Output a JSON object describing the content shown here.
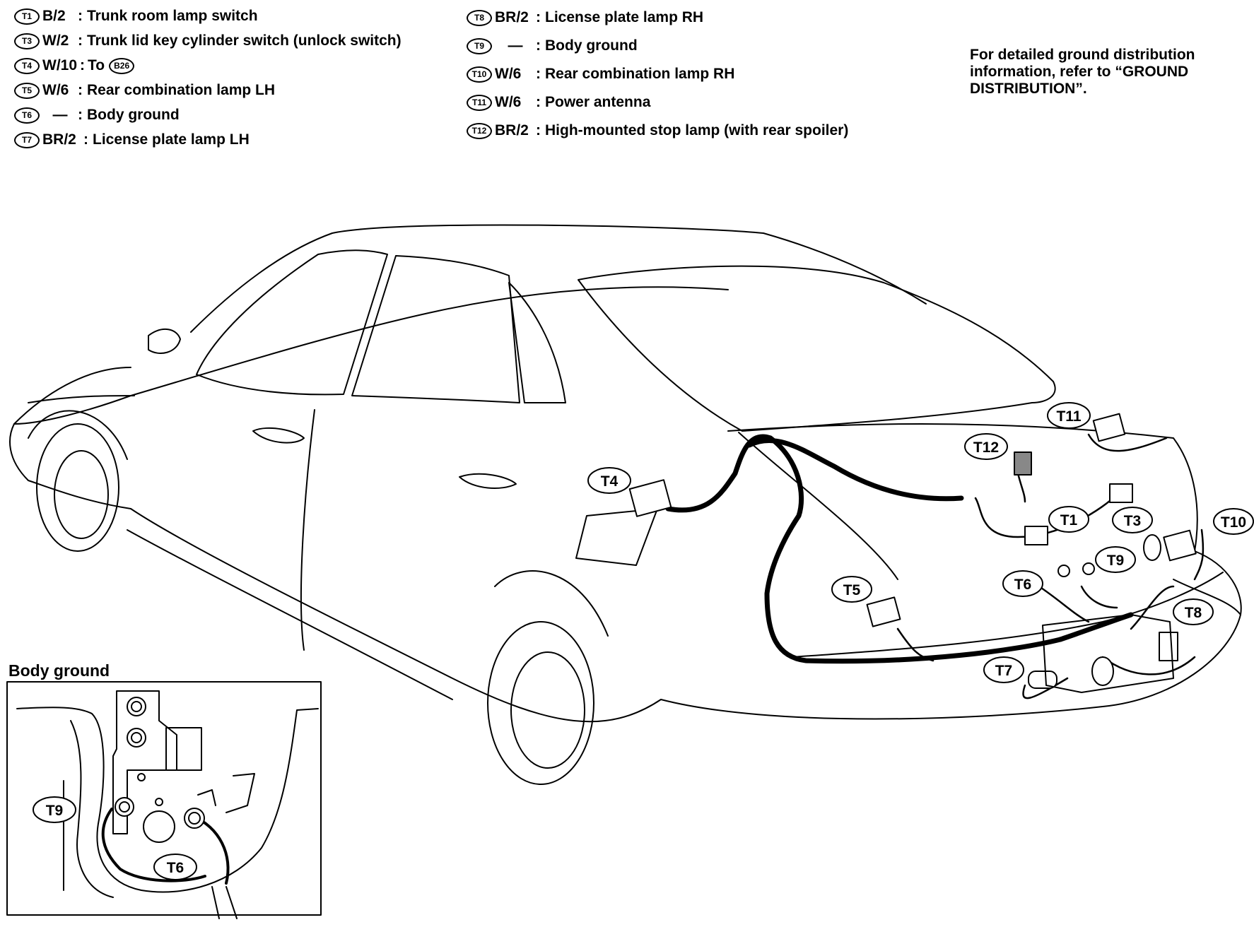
{
  "legend_left": [
    {
      "tag": "T1",
      "wire": "B/2",
      "desc": "Trunk room lamp switch"
    },
    {
      "tag": "T3",
      "wire": "W/2",
      "desc": "Trunk lid key cylinder switch (unlock switch)"
    },
    {
      "tag": "T4",
      "wire": "W/10",
      "desc": "To",
      "ref": "B26"
    },
    {
      "tag": "T5",
      "wire": "W/6",
      "desc": "Rear combination lamp LH"
    },
    {
      "tag": "T6",
      "wire": "—",
      "desc": "Body ground"
    },
    {
      "tag": "T7",
      "wire": "BR/2",
      "desc": "License plate lamp LH"
    }
  ],
  "legend_right": [
    {
      "tag": "T8",
      "wire": "BR/2",
      "desc": "License plate lamp RH"
    },
    {
      "tag": "T9",
      "wire": "—",
      "desc": "Body ground"
    },
    {
      "tag": "T10",
      "wire": "W/6",
      "desc": "Rear combination lamp RH"
    },
    {
      "tag": "T11",
      "wire": "W/6",
      "desc": "Power antenna"
    },
    {
      "tag": "T12",
      "wire": "BR/2",
      "desc": "High-mounted stop lamp (with rear spoiler)"
    }
  ],
  "note": "For detailed ground distribution information, refer to “GROUND DISTRIBUTION”.",
  "inset_title": "Body ground",
  "callouts": {
    "t1": "T1",
    "t3": "T3",
    "t4": "T4",
    "t5": "T5",
    "t6": "T6",
    "t7": "T7",
    "t8": "T8",
    "t9": "T9",
    "t10": "T10",
    "t11": "T11",
    "t12": "T12",
    "inset_t9": "T9",
    "inset_t6": "T6"
  },
  "colors": {
    "line": "#000000",
    "background": "#ffffff",
    "connector_fill": "#ffffff"
  }
}
